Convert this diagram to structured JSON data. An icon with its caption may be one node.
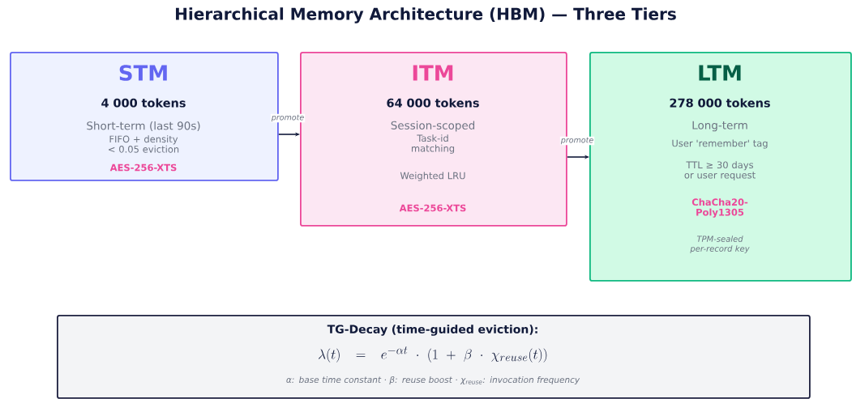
{
  "diagram": {
    "title": "Hierarchical Memory Architecture (HBM) — Three Tiers",
    "nodes": [
      {
        "text": [
          "STM",
          "4 000 tokens",
          "Short-term (last 90s)",
          "FIFO + density < 0.05 eviction",
          "AES-256-XTS"
        ]
      },
      {
        "text": [
          "ITM",
          "64 000 tokens",
          "Session-scoped",
          "Task-id matching",
          "Weighted LRU",
          "AES-256-XTS"
        ]
      },
      {
        "text": [
          "LTM",
          "278 000 tokens",
          "Long-term",
          "User 'remember' tag",
          "TTL ≥ 30 days or user request",
          "ChaCha20-Poly1305",
          "TPM-sealed per-record key"
        ]
      },
      {
        "text": [
          "TG-Decay (time-guided eviction):",
          "\\lambda(t) = e^{-\\alpha t} \\cdot (1 + \\beta \\cdot \\chi_{reuse}(t))",
          "α: base time constant  ·  β: reuse boost  ·  χ$_{reuse}$: invocation frequency"
        ]
      }
    ],
    "edges": [
      {
        "from": 0,
        "to": 1,
        "arrow": "to",
        "label": "promote"
      },
      {
        "from": 1,
        "to": 2,
        "arrow": "to",
        "label": "promote"
      }
    ]
  }
}
